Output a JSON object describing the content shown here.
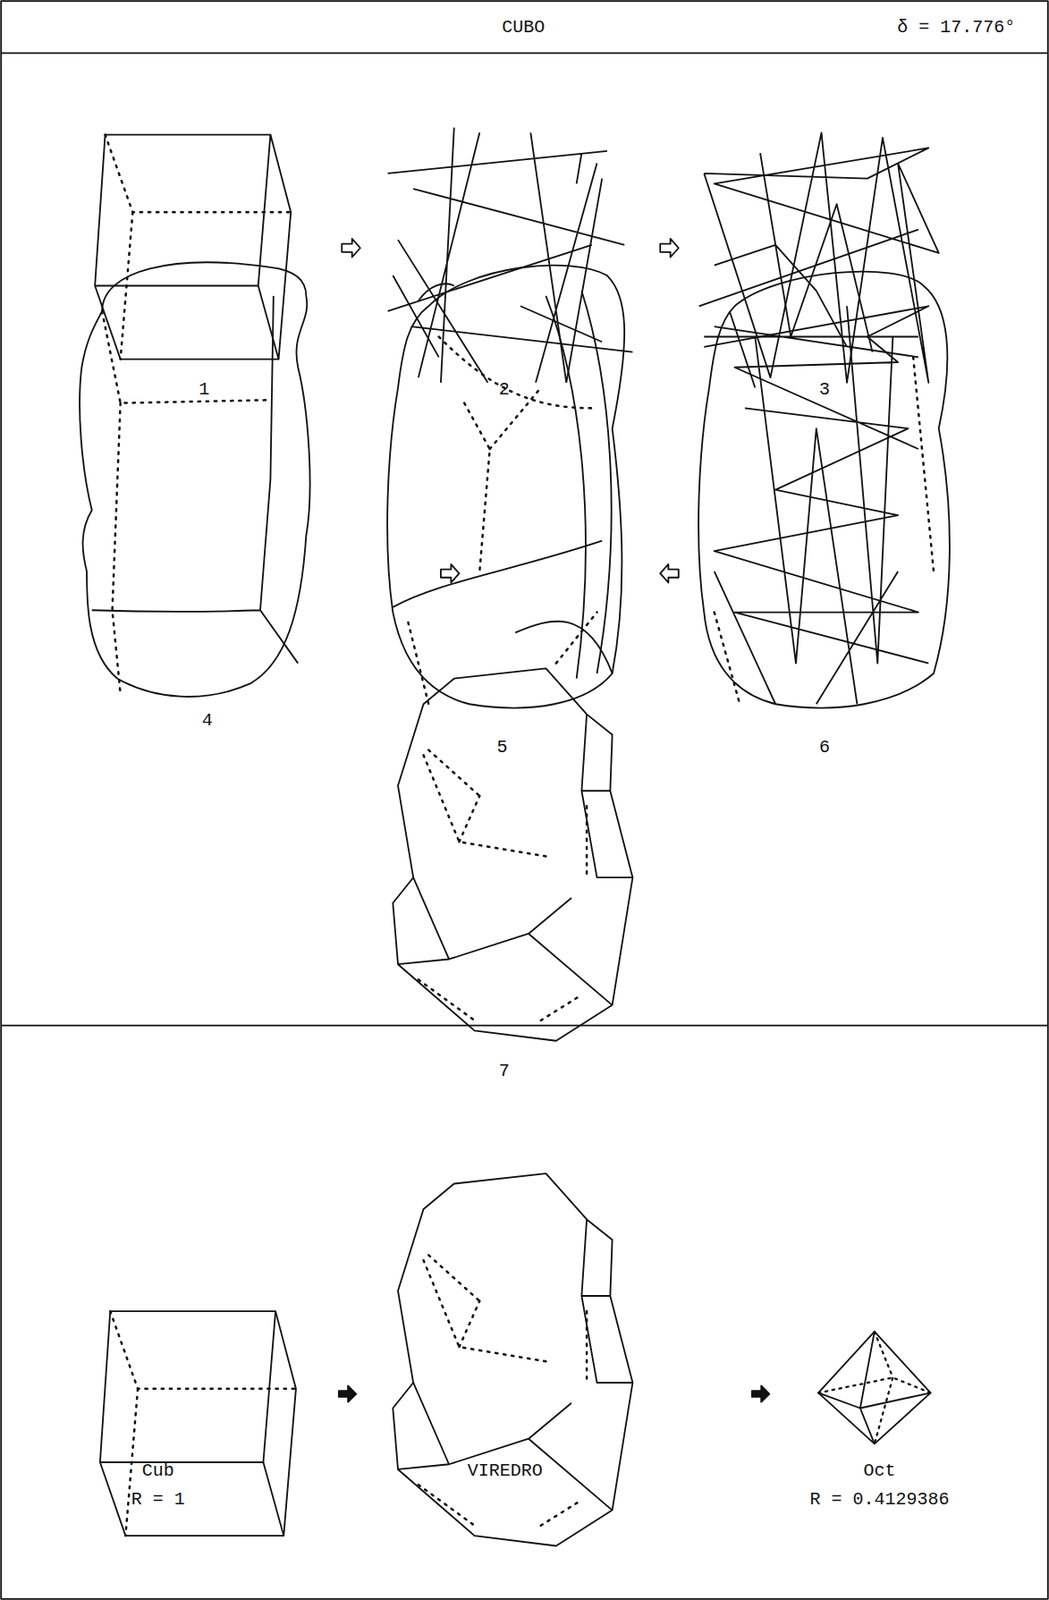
{
  "diagram": {
    "title": "CUBO",
    "labels": [
      "δ = 17.776°",
      "1",
      "2",
      "3",
      "4",
      "5",
      "6",
      "7",
      "Cub",
      "R = 1",
      "VIREDRO",
      "Oct",
      "R = 0.4129386"
    ]
  }
}
